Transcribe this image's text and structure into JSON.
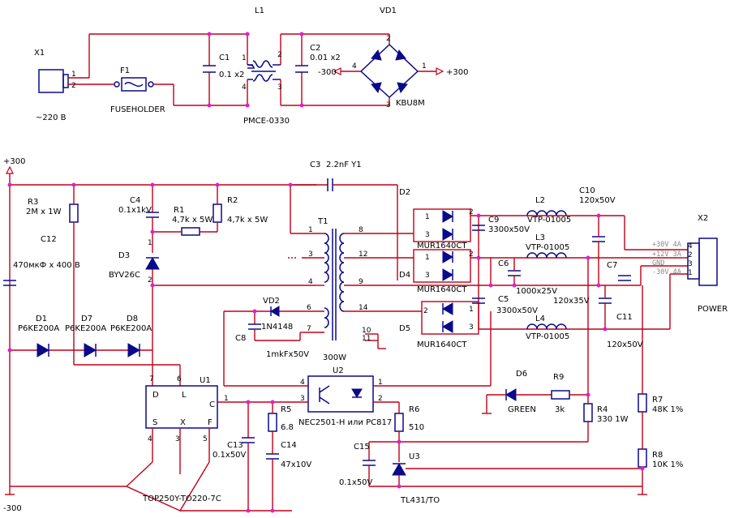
{
  "labels": {
    "x1": "X1",
    "x1_val": "~220 В",
    "f1": "F1",
    "f1_val": "FUSEHOLDER",
    "l1": "L1",
    "l1_val": "PMCE-0330",
    "c1": "C1",
    "c1_val": "0.1 x2",
    "c2": "C2",
    "c2_val": "0.01 x2",
    "vd1": "VD1",
    "vd1_val": "KBU8M",
    "neg300a": "-300",
    "pos300a": "+300",
    "pos300b": "+300",
    "neg300b": "-300",
    "r3": "R3",
    "r3_val": "2M x 1W",
    "c12": "C12",
    "c12_val": "470мкФ х 400 В",
    "c4": "C4",
    "c4_val": "0.1x1kV",
    "r1": "R1",
    "r1_val": "4,7k x 5W",
    "r2": "R2",
    "r2_val": "4,7k x 5W",
    "d3": "D3",
    "d3_val": "BYV26C",
    "c3": "C3",
    "c3_val": "2.2nF Y1",
    "t1": "T1",
    "t1_val": "300W",
    "d1": "D1",
    "d1_val": "P6KE200A",
    "d7": "D7",
    "d7_val": "P6KE200A",
    "d8": "D8",
    "d8_val": "P6KE200A",
    "vd2": "VD2",
    "vd2_val": "1N4148",
    "c8": "C8",
    "c8_val": "1mkFx50V",
    "u1": "U1",
    "u1_val": "TOP250Y-TO220-7C",
    "r5": "R5",
    "r5_val": "6.8",
    "c13": "C13",
    "c13_val": "0.1x50V",
    "c14": "C14",
    "c14_val": "47x10V",
    "u2": "U2",
    "u2_val": "NEC2501-H или PC817",
    "r6": "R6",
    "r6_val": "510",
    "c15": "C15",
    "c15_val": "0.1x50V",
    "u3": "U3",
    "u3_val": "TL431/TO",
    "d2": "D2",
    "d4": "D4",
    "d5": "D5",
    "mur1": "MUR1640CT",
    "mur2": "MUR1640CT",
    "mur3": "MUR1640CT",
    "c9": "C9",
    "c9_val": "3300x50V",
    "c6": "C6",
    "c6_val": "1000x25V",
    "c5": "C5",
    "c5_val": "3300x50V",
    "l2": "L2",
    "l2_val": "VTP-01005",
    "l3": "L3",
    "l3_val": "VTP-01005",
    "l4": "L4",
    "l4_val": "VTP-01005",
    "c10": "C10",
    "c10_val": "120x50V",
    "c7": "C7",
    "c7_val": "120x35V",
    "c11": "C11",
    "c11_val": "120x50V",
    "x2": "X2",
    "x2_val": "POWER",
    "out1": "+30V 4A",
    "out2": "+12V 3A",
    "out3": "GND",
    "out4": "-30V 4A",
    "d6": "D6",
    "d6_val": "GREEN",
    "r9": "R9",
    "r9_val": "3k",
    "r4": "R4",
    "r4_val": "330 1W",
    "r7": "R7",
    "r7_val": "48K 1%",
    "r8": "R8",
    "r8_val": "10K 1%",
    "u1_d": "D",
    "u1_l": "L",
    "u1_c": "C",
    "u1_s": "S",
    "u1_x": "X",
    "u1_f": "F"
  },
  "pins": {
    "p1": "1",
    "p2": "2",
    "p3": "3",
    "p4": "4",
    "p5": "5",
    "p6": "6",
    "p7": "7",
    "p8": "8",
    "p9": "9",
    "p10": "10",
    "p11": "11",
    "p12": "12",
    "p14": "14"
  },
  "colors": {
    "wire": "#c00018",
    "component": "#0a0a8a",
    "junction": "#e020c8"
  }
}
